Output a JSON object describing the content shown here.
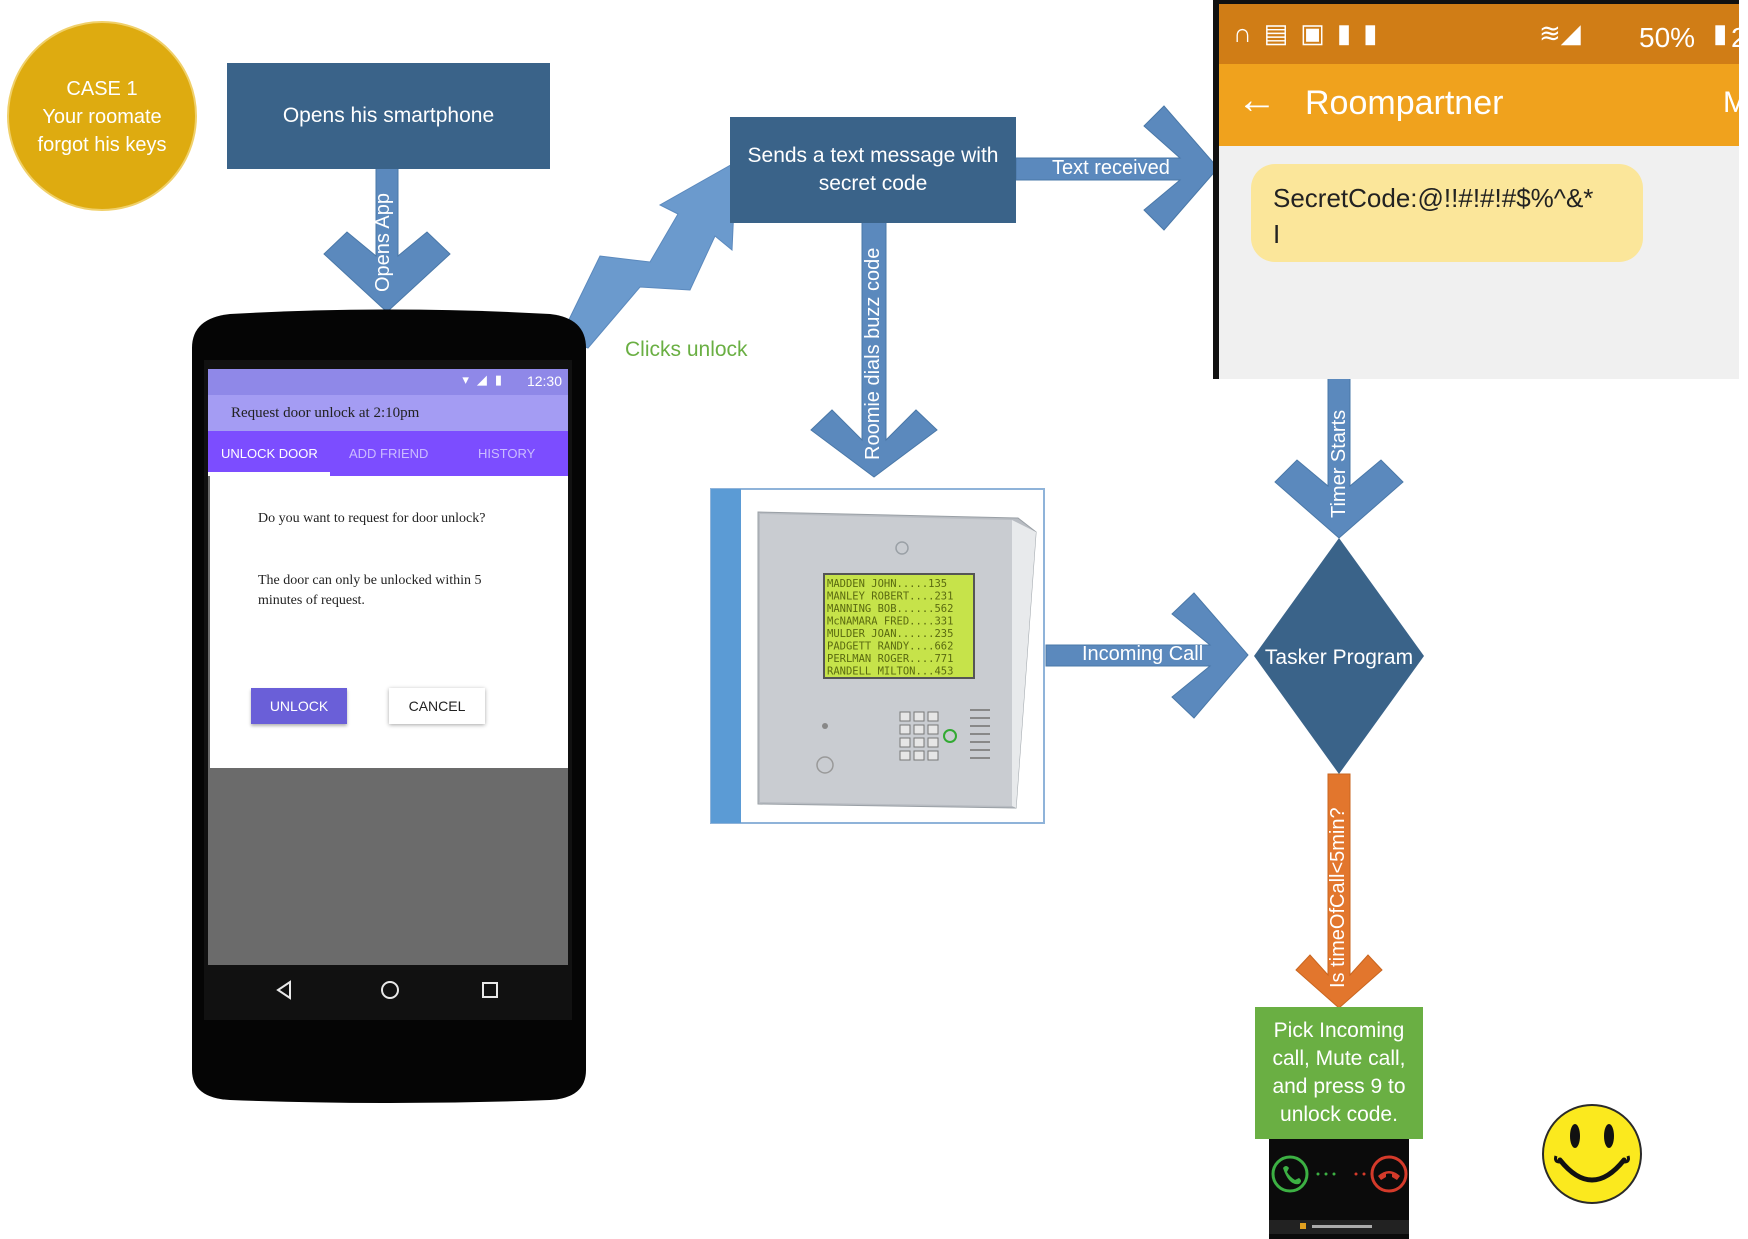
{
  "case_circle": {
    "line1": "CASE 1",
    "line2": "Your roomate",
    "line3": "forgot his keys"
  },
  "boxes": {
    "opens_phone": "Opens his smartphone",
    "sends_text": "Sends a text message with secret code",
    "pick_call": "Pick Incoming call, Mute call, and press 9 to unlock code.",
    "tasker": "Tasker Program"
  },
  "arrow_labels": {
    "opens_app": "Opens App",
    "clicks_unlock": "Clicks unlock",
    "text_received": "Text received",
    "roomie_dials": "Roomie dials buzz code",
    "timer_starts": "Timer  Starts",
    "incoming_call": "Incoming Call",
    "is_time": "Is timeOfCall<5min?"
  },
  "phone_app": {
    "status_time": "12:30",
    "request_title": "Request door unlock at 2:10pm",
    "tabs": [
      "UNLOCK DOOR",
      "ADD FRIEND",
      "HISTORY"
    ],
    "dialog_line1": "Do you want to request for door unlock?",
    "dialog_line2": "The door can only be unlocked within 5 minutes of request.",
    "unlock_button": "UNLOCK",
    "cancel_button": "CANCEL"
  },
  "sms": {
    "battery": "50%",
    "contact": "Roompartner",
    "message": "SecretCode:@!!#!#!#$%^&*",
    "cursor": "I",
    "header_fragment": "M",
    "status_fragment": "2"
  },
  "intercom_display": [
    "MADDEN JOHN.....135",
    "MANLEY ROBERT....231",
    "MANNING BOB......562",
    "McNAMARA FRED....331",
    "MULDER JOAN......235",
    "PADGETT RANDY....662",
    "PERLMAN ROGER....771",
    "RANDELL MILTON...453"
  ],
  "colors": {
    "box_blue": "#3a6389",
    "arrow_blue": "#5b89bd",
    "orange_arrow": "#e2762d",
    "green_box": "#6aaf43",
    "label_green": "#6aaf43",
    "circle_gold": "#deab10",
    "sms_orange": "#f0a21d"
  }
}
